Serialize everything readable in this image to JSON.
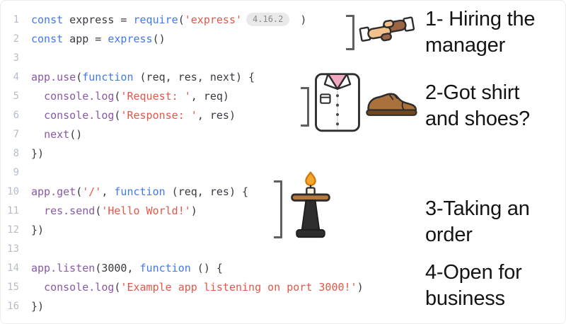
{
  "colors": {
    "background": "#ffffff",
    "plain": "#383a42",
    "keyword": "#4078f2",
    "call": "#8959a8",
    "string": "#e45649",
    "number": "#383a42",
    "lineNumber": "#b6bdc7",
    "badgeBg": "#e9e9e9",
    "badgeText": "#8a8a8a",
    "bracket": "#5f5f5f",
    "annotation": "#141414"
  },
  "code": {
    "lines": [
      {
        "num": "1",
        "tokens": [
          [
            "kw",
            "const"
          ],
          [
            "plain",
            " express = "
          ],
          [
            "fn",
            "require"
          ],
          [
            "plain",
            "("
          ],
          [
            "str",
            "'express'"
          ],
          [
            "badge",
            "4.16.2"
          ],
          [
            "plain",
            " )"
          ]
        ]
      },
      {
        "num": "2",
        "tokens": [
          [
            "kw",
            "const"
          ],
          [
            "plain",
            " app = "
          ],
          [
            "fn",
            "express"
          ],
          [
            "plain",
            "()"
          ]
        ]
      },
      {
        "num": "3",
        "tokens": []
      },
      {
        "num": "4",
        "tokens": [
          [
            "call",
            "app.use"
          ],
          [
            "plain",
            "("
          ],
          [
            "kw",
            "function"
          ],
          [
            "plain",
            " (req, res, next) {"
          ]
        ]
      },
      {
        "num": "5",
        "tokens": [
          [
            "plain",
            "  "
          ],
          [
            "call",
            "console.log"
          ],
          [
            "plain",
            "("
          ],
          [
            "str",
            "'Request: '"
          ],
          [
            "plain",
            ", req)"
          ]
        ]
      },
      {
        "num": "6",
        "tokens": [
          [
            "plain",
            "  "
          ],
          [
            "call",
            "console.log"
          ],
          [
            "plain",
            "("
          ],
          [
            "str",
            "'Response: '"
          ],
          [
            "plain",
            ", res)"
          ]
        ]
      },
      {
        "num": "7",
        "tokens": [
          [
            "plain",
            "  "
          ],
          [
            "call",
            "next"
          ],
          [
            "plain",
            "()"
          ]
        ]
      },
      {
        "num": "8",
        "tokens": [
          [
            "plain",
            "})"
          ]
        ]
      },
      {
        "num": "9",
        "tokens": []
      },
      {
        "num": "10",
        "tokens": [
          [
            "call",
            "app.get"
          ],
          [
            "plain",
            "("
          ],
          [
            "str",
            "'/'"
          ],
          [
            "plain",
            ", "
          ],
          [
            "kw",
            "function"
          ],
          [
            "plain",
            " (req, res) {"
          ]
        ]
      },
      {
        "num": "11",
        "tokens": [
          [
            "plain",
            "  "
          ],
          [
            "call",
            "res.send"
          ],
          [
            "plain",
            "("
          ],
          [
            "str",
            "'Hello World!'"
          ],
          [
            "plain",
            ")"
          ]
        ]
      },
      {
        "num": "12",
        "tokens": [
          [
            "plain",
            "})"
          ]
        ]
      },
      {
        "num": "13",
        "tokens": []
      },
      {
        "num": "14",
        "tokens": [
          [
            "call",
            "app.listen"
          ],
          [
            "plain",
            "("
          ],
          [
            "num",
            "3000"
          ],
          [
            "plain",
            ", "
          ],
          [
            "kw",
            "function"
          ],
          [
            "plain",
            " () {"
          ]
        ]
      },
      {
        "num": "15",
        "tokens": [
          [
            "plain",
            "  "
          ],
          [
            "call",
            "console.log"
          ],
          [
            "plain",
            "("
          ],
          [
            "str",
            "'Example app listening on port 3000!'"
          ],
          [
            "plain",
            ")"
          ]
        ]
      },
      {
        "num": "16",
        "tokens": [
          [
            "plain",
            "})"
          ]
        ]
      }
    ]
  },
  "annotations": [
    {
      "label": "1- Hiring the manager",
      "icons": [
        "handshake-icon"
      ]
    },
    {
      "label": "2-Got shirt and shoes?",
      "icons": [
        "shirt-icon",
        "shoe-icon"
      ]
    },
    {
      "label": "3-Taking an order",
      "icons": [
        "order-stand-icon"
      ]
    },
    {
      "label": "4-Open for business",
      "icons": []
    }
  ]
}
